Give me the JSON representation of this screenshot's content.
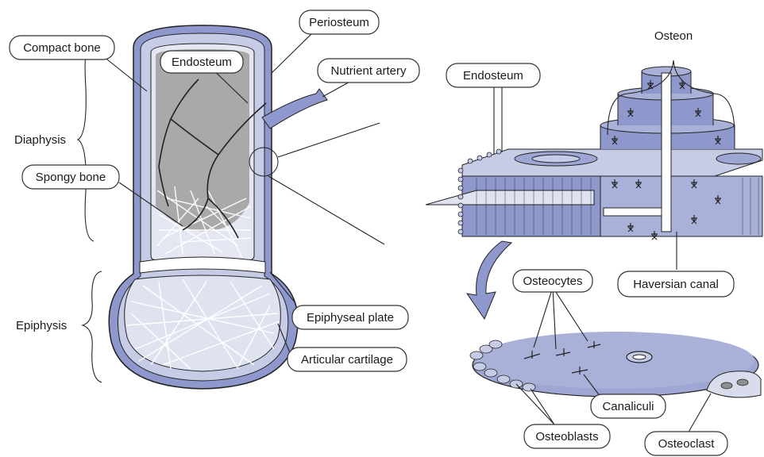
{
  "labels": {
    "compact_bone": "Compact bone",
    "periosteum": "Periosteum",
    "endosteum_left": "Endosteum",
    "nutrient_artery": "Nutrient artery",
    "diaphysis": "Diaphysis",
    "spongy_bone": "Spongy bone",
    "epiphysis": "Epiphysis",
    "epiphyseal_plate": "Epiphyseal plate",
    "articular_cartilage": "Articular cartilage",
    "endosteum_right": "Endosteum",
    "osteon": "Osteon",
    "haversian_canal": "Haversian canal",
    "osteocytes": "Osteocytes",
    "canaliculi": "Canaliculi",
    "osteoblasts": "Osteoblasts",
    "osteoclast": "Osteoclast"
  },
  "colors": {
    "bone_blue": "#9ea6d4",
    "bone_light": "#c8cde8",
    "marrow_gray": "#a9a9a9",
    "spongy_fill": "#d9dcec",
    "outline": "#222222"
  }
}
